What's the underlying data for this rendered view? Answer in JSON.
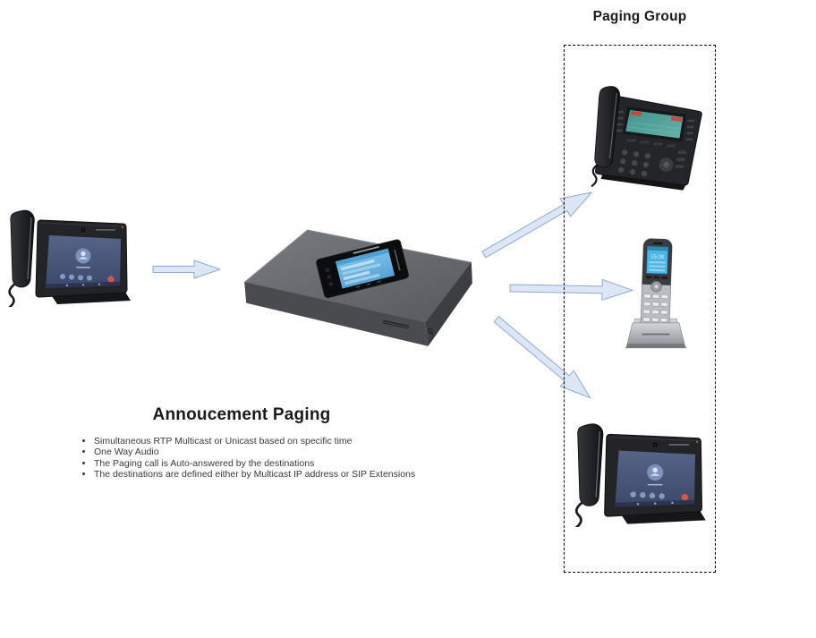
{
  "diagram": {
    "paging_group_label": "Paging Group",
    "heading": "Annoucement Paging",
    "bullets": [
      "Simultaneous RTP Multicast or Unicast based on specific time",
      "One Way Audio",
      "The Paging call is Auto-answered by the destinations",
      "The destinations are defined either by Multicast IP address or SIP Extensions"
    ],
    "cordless_screen_time": "15:26",
    "nodes": {
      "caller": "video-ip-desk-phone",
      "pbx": "ip-pbx-appliance",
      "group_top": "ip-desk-phone",
      "group_middle": "cordless-wifi-handset",
      "group_bottom": "video-ip-desk-phone"
    },
    "colors": {
      "arrow_fill": "#dde6f4",
      "arrow_stroke": "#8ea9db",
      "box_border": "#000000",
      "heading_color": "#1a1a1a",
      "bullet_color": "#3a3a3a"
    }
  }
}
